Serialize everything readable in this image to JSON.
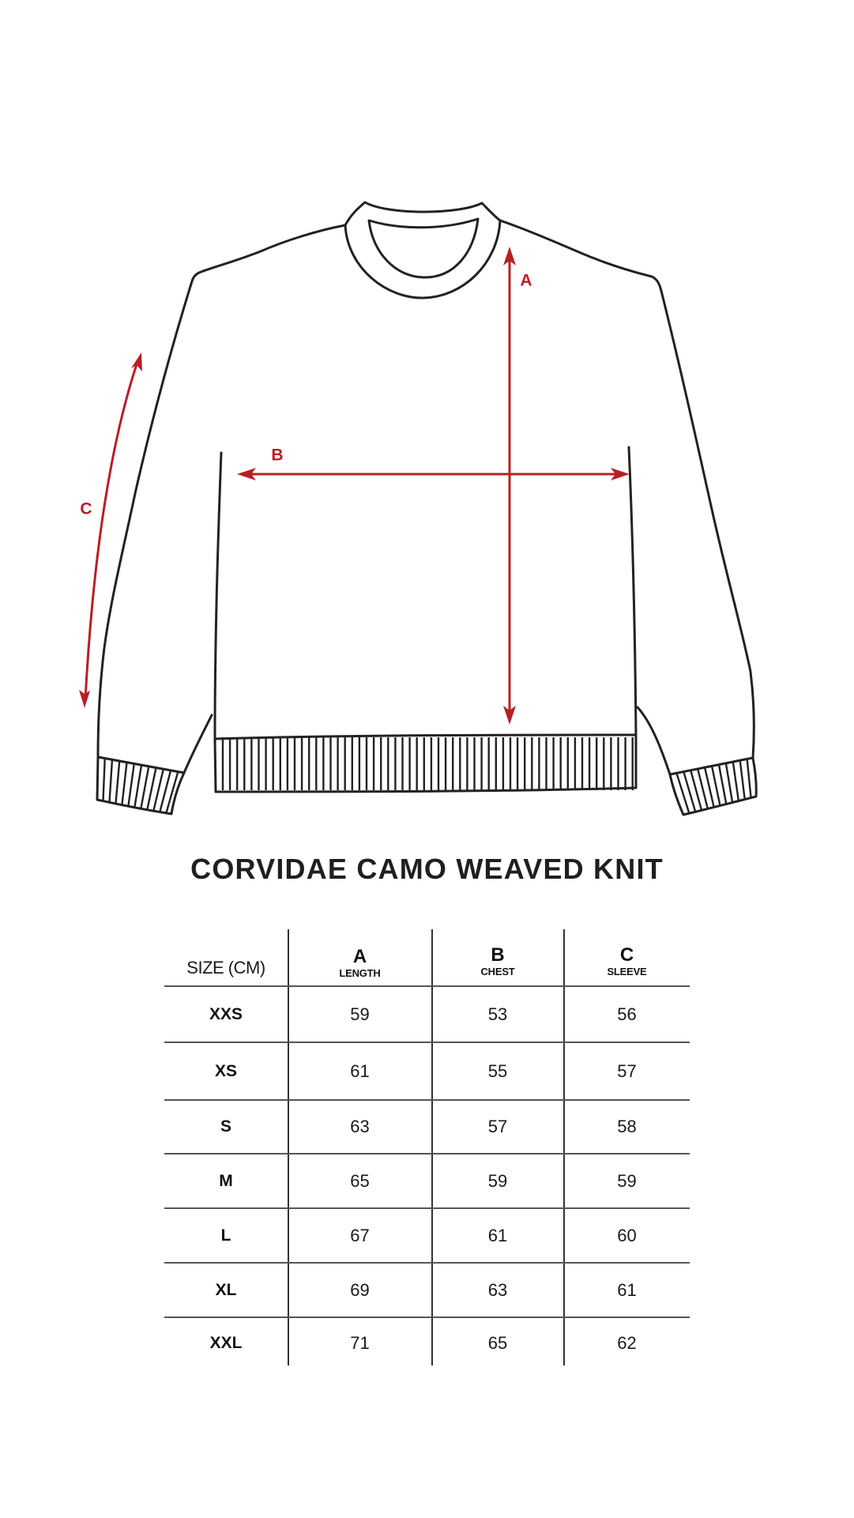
{
  "diagram": {
    "dimension_labels": {
      "a": "A",
      "b": "B",
      "c": "C"
    },
    "accent_color": "#b81f26",
    "outline_color": "#222222"
  },
  "title": "CORVIDAE CAMO WEAVED KNIT",
  "table": {
    "header": {
      "size_label": "SIZE (CM)",
      "columns": [
        {
          "letter": "A",
          "name": "LENGTH"
        },
        {
          "letter": "B",
          "name": "CHEST"
        },
        {
          "letter": "C",
          "name": "SLEEVE"
        }
      ]
    },
    "rows": [
      {
        "size": "XXS",
        "a": "59",
        "b": "53",
        "c": "56"
      },
      {
        "size": "XS",
        "a": "61",
        "b": "55",
        "c": "57"
      },
      {
        "size": "S",
        "a": "63",
        "b": "57",
        "c": "58"
      },
      {
        "size": "M",
        "a": "65",
        "b": "59",
        "c": "59"
      },
      {
        "size": "L",
        "a": "67",
        "b": "61",
        "c": "60"
      },
      {
        "size": "XL",
        "a": "69",
        "b": "63",
        "c": "61"
      },
      {
        "size": "XXL",
        "a": "71",
        "b": "65",
        "c": "62"
      }
    ]
  }
}
